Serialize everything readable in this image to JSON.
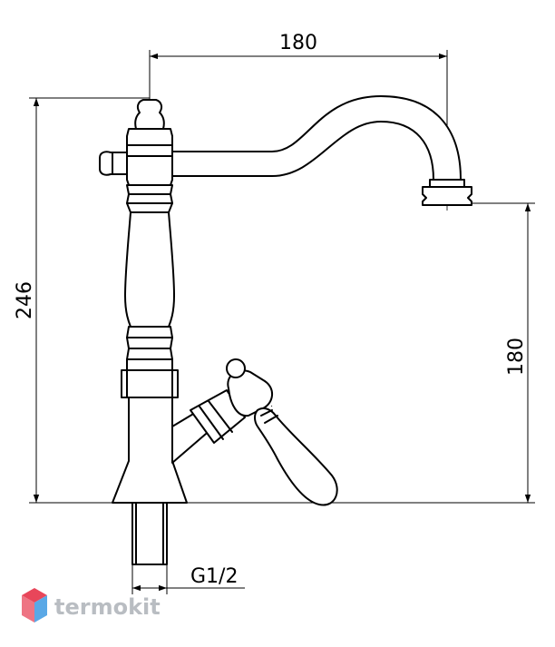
{
  "drawing": {
    "dimensions": {
      "spout_reach": "180",
      "total_height": "246",
      "spout_height": "180",
      "thread": "G1/2"
    }
  },
  "watermark": {
    "text": "termokit",
    "colors": {
      "logo_red": "#e8465a",
      "logo_blue": "#5aa8e6",
      "logo_gray": "#b9bdc2"
    }
  }
}
